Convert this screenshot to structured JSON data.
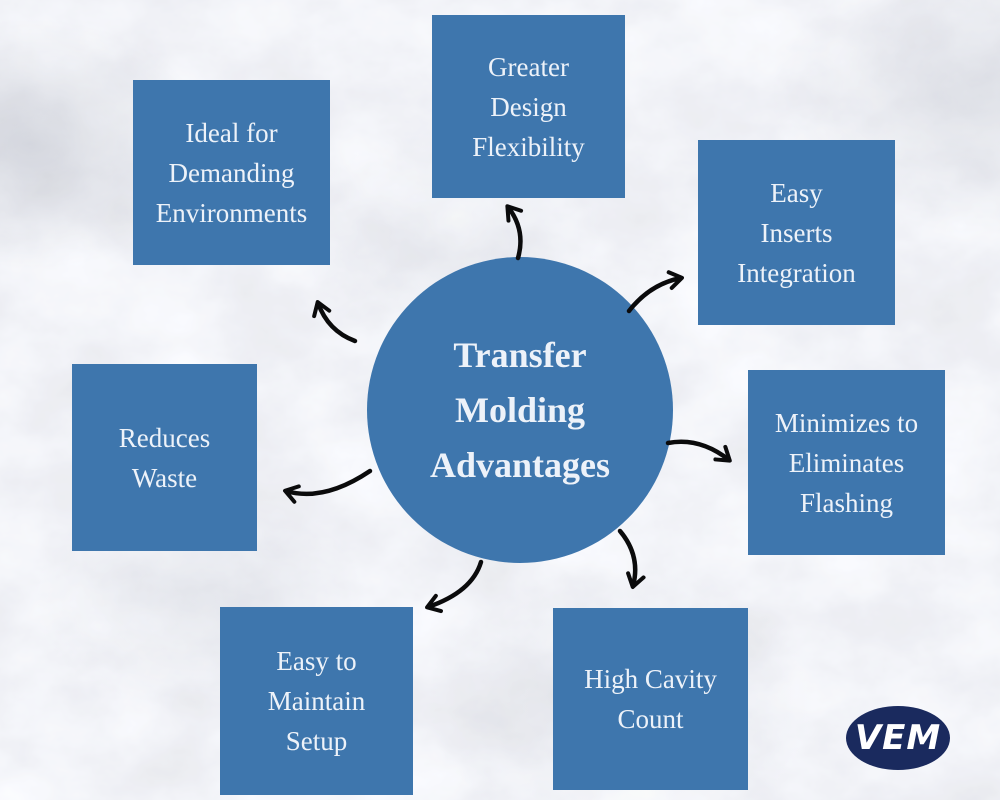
{
  "title": {
    "label": "Transfer\nMolding\nAdvantages"
  },
  "advantages": [
    {
      "id": "ideal-environments",
      "label": "Ideal for\nDemanding\nEnvironments"
    },
    {
      "id": "design-flexibility",
      "label": "Greater\nDesign\nFlexibility"
    },
    {
      "id": "inserts-integration",
      "label": "Easy\nInserts\nIntegration"
    },
    {
      "id": "minimizes-flashing",
      "label": "Minimizes to\nEliminates\nFlashing"
    },
    {
      "id": "reduces-waste",
      "label": "Reduces\nWaste"
    },
    {
      "id": "easy-maintain-setup",
      "label": "Easy to\nMaintain\nSetup"
    },
    {
      "id": "high-cavity-count",
      "label": "High Cavity\nCount"
    }
  ],
  "logo": {
    "label": "VEM"
  },
  "colors": {
    "box_blue": "#3E76AD",
    "text_light": "#EDF2F9",
    "arrow_black": "#0B0B0C",
    "logo_navy": "#1A2A5E",
    "background": "#F7F8FA"
  }
}
